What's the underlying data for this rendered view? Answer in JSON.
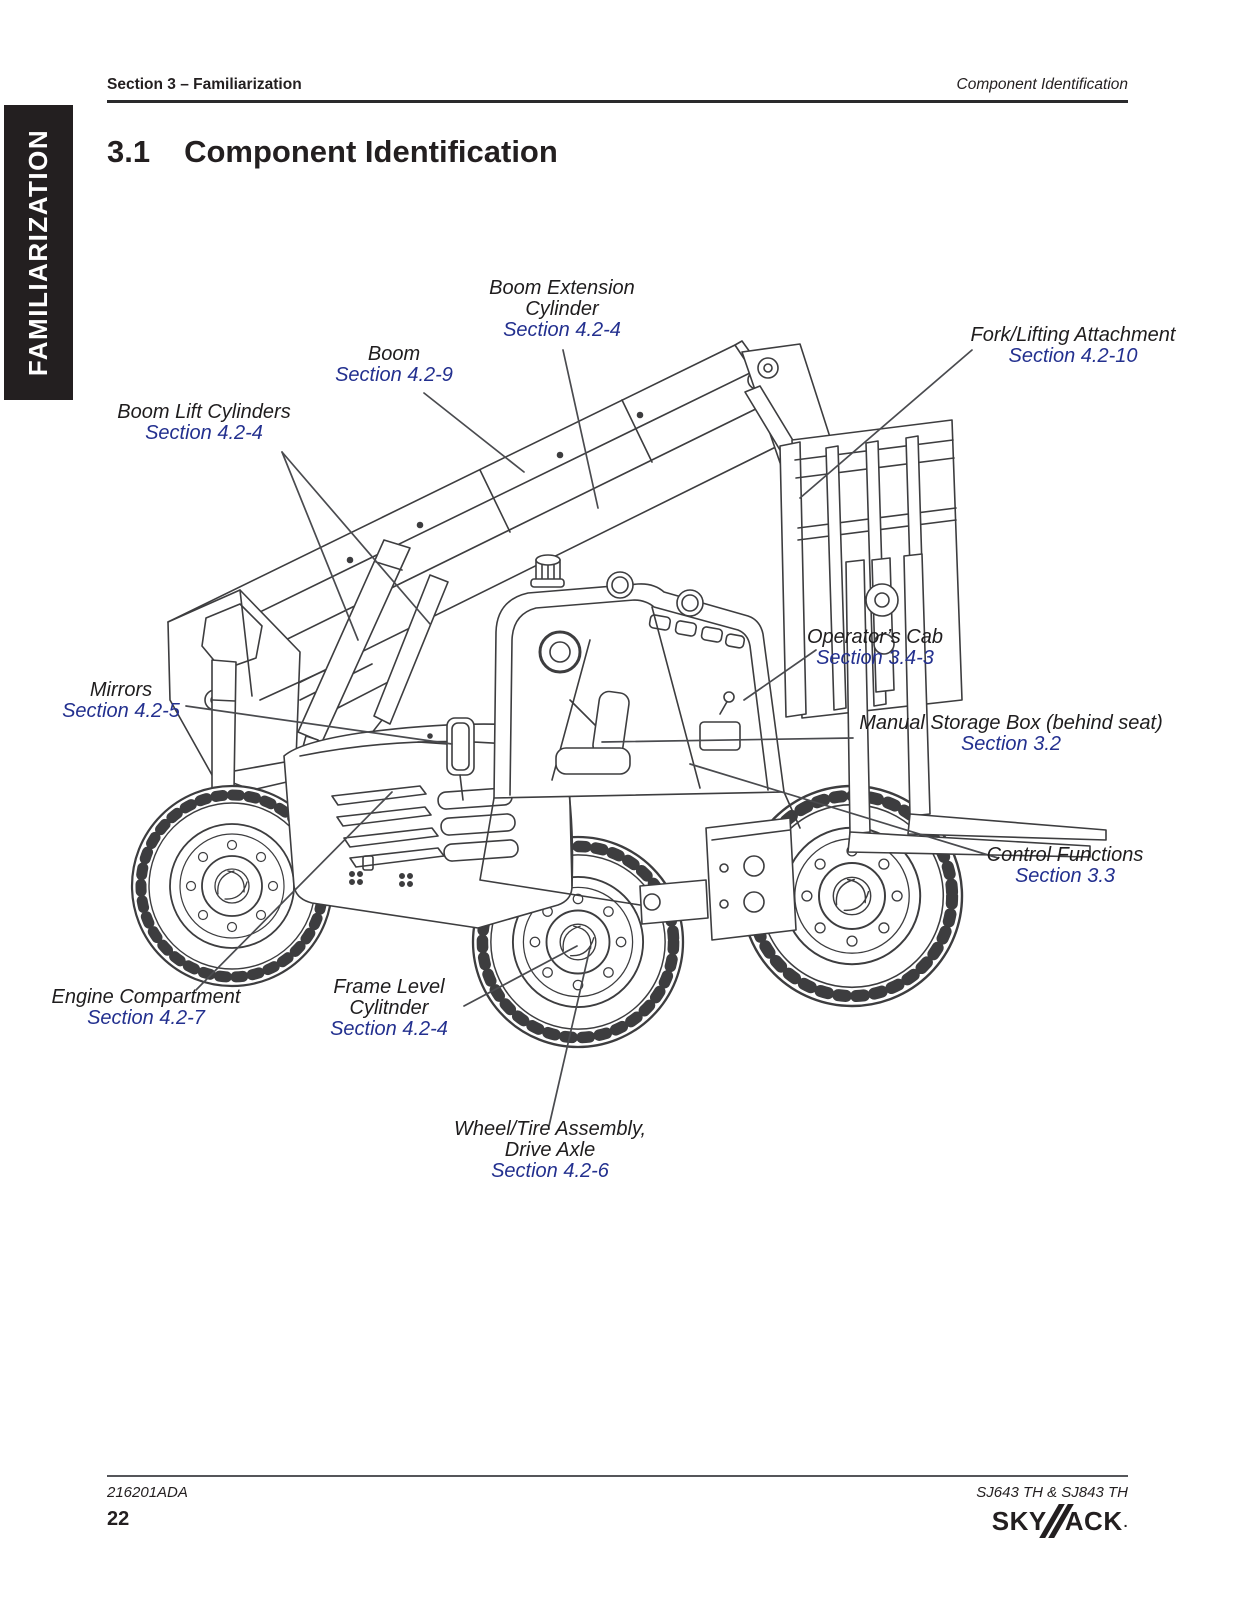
{
  "header": {
    "section": "Section 3 – Familiarization",
    "topic": "Component Identification"
  },
  "side_tab": {
    "label": "FAMILIARIZATION"
  },
  "title": {
    "number": "3.1",
    "text": "Component Identification"
  },
  "callouts": [
    {
      "id": "boom-extension-cylinder",
      "label": "Boom Extension\nCylinder",
      "section": "Section 4.2-4"
    },
    {
      "id": "boom",
      "label": "Boom",
      "section": "Section 4.2-9"
    },
    {
      "id": "fork-lifting-attachment",
      "label": "Fork/Lifting Attachment",
      "section": "Section 4.2-10"
    },
    {
      "id": "boom-lift-cylinders",
      "label": "Boom Lift Cylinders",
      "section": "Section 4.2-4"
    },
    {
      "id": "operators-cab",
      "label": "Operator’s Cab",
      "section": "Section 3.4-3"
    },
    {
      "id": "mirrors",
      "label": "Mirrors",
      "section": "Section 4.2-5"
    },
    {
      "id": "manual-storage-box",
      "label": "Manual Storage Box (behind seat)",
      "section": "Section 3.2"
    },
    {
      "id": "control-functions",
      "label": "Control Functions",
      "section": "Section 3.3"
    },
    {
      "id": "engine-compartment",
      "label": "Engine Compartment",
      "section": "Section 4.2-7"
    },
    {
      "id": "frame-level-cylinder",
      "label": "Frame Level\nCylitnder",
      "section": "Section 4.2-4"
    },
    {
      "id": "wheel-tire-assembly",
      "label": "Wheel/Tire Assembly,\nDrive Axle",
      "section": "Section 4.2-6"
    }
  ],
  "footer": {
    "doc_number": "216201ADA",
    "models": "SJ643 TH & SJ843 TH",
    "page_number": "22",
    "logo": {
      "pre": "SKY",
      "post": "ACK",
      "mark": "."
    }
  },
  "colors": {
    "link_blue": "#23308f",
    "ink": "#231f20",
    "leader_gray": "#4a4b4f",
    "drawing_line": "#3d3d3f"
  }
}
